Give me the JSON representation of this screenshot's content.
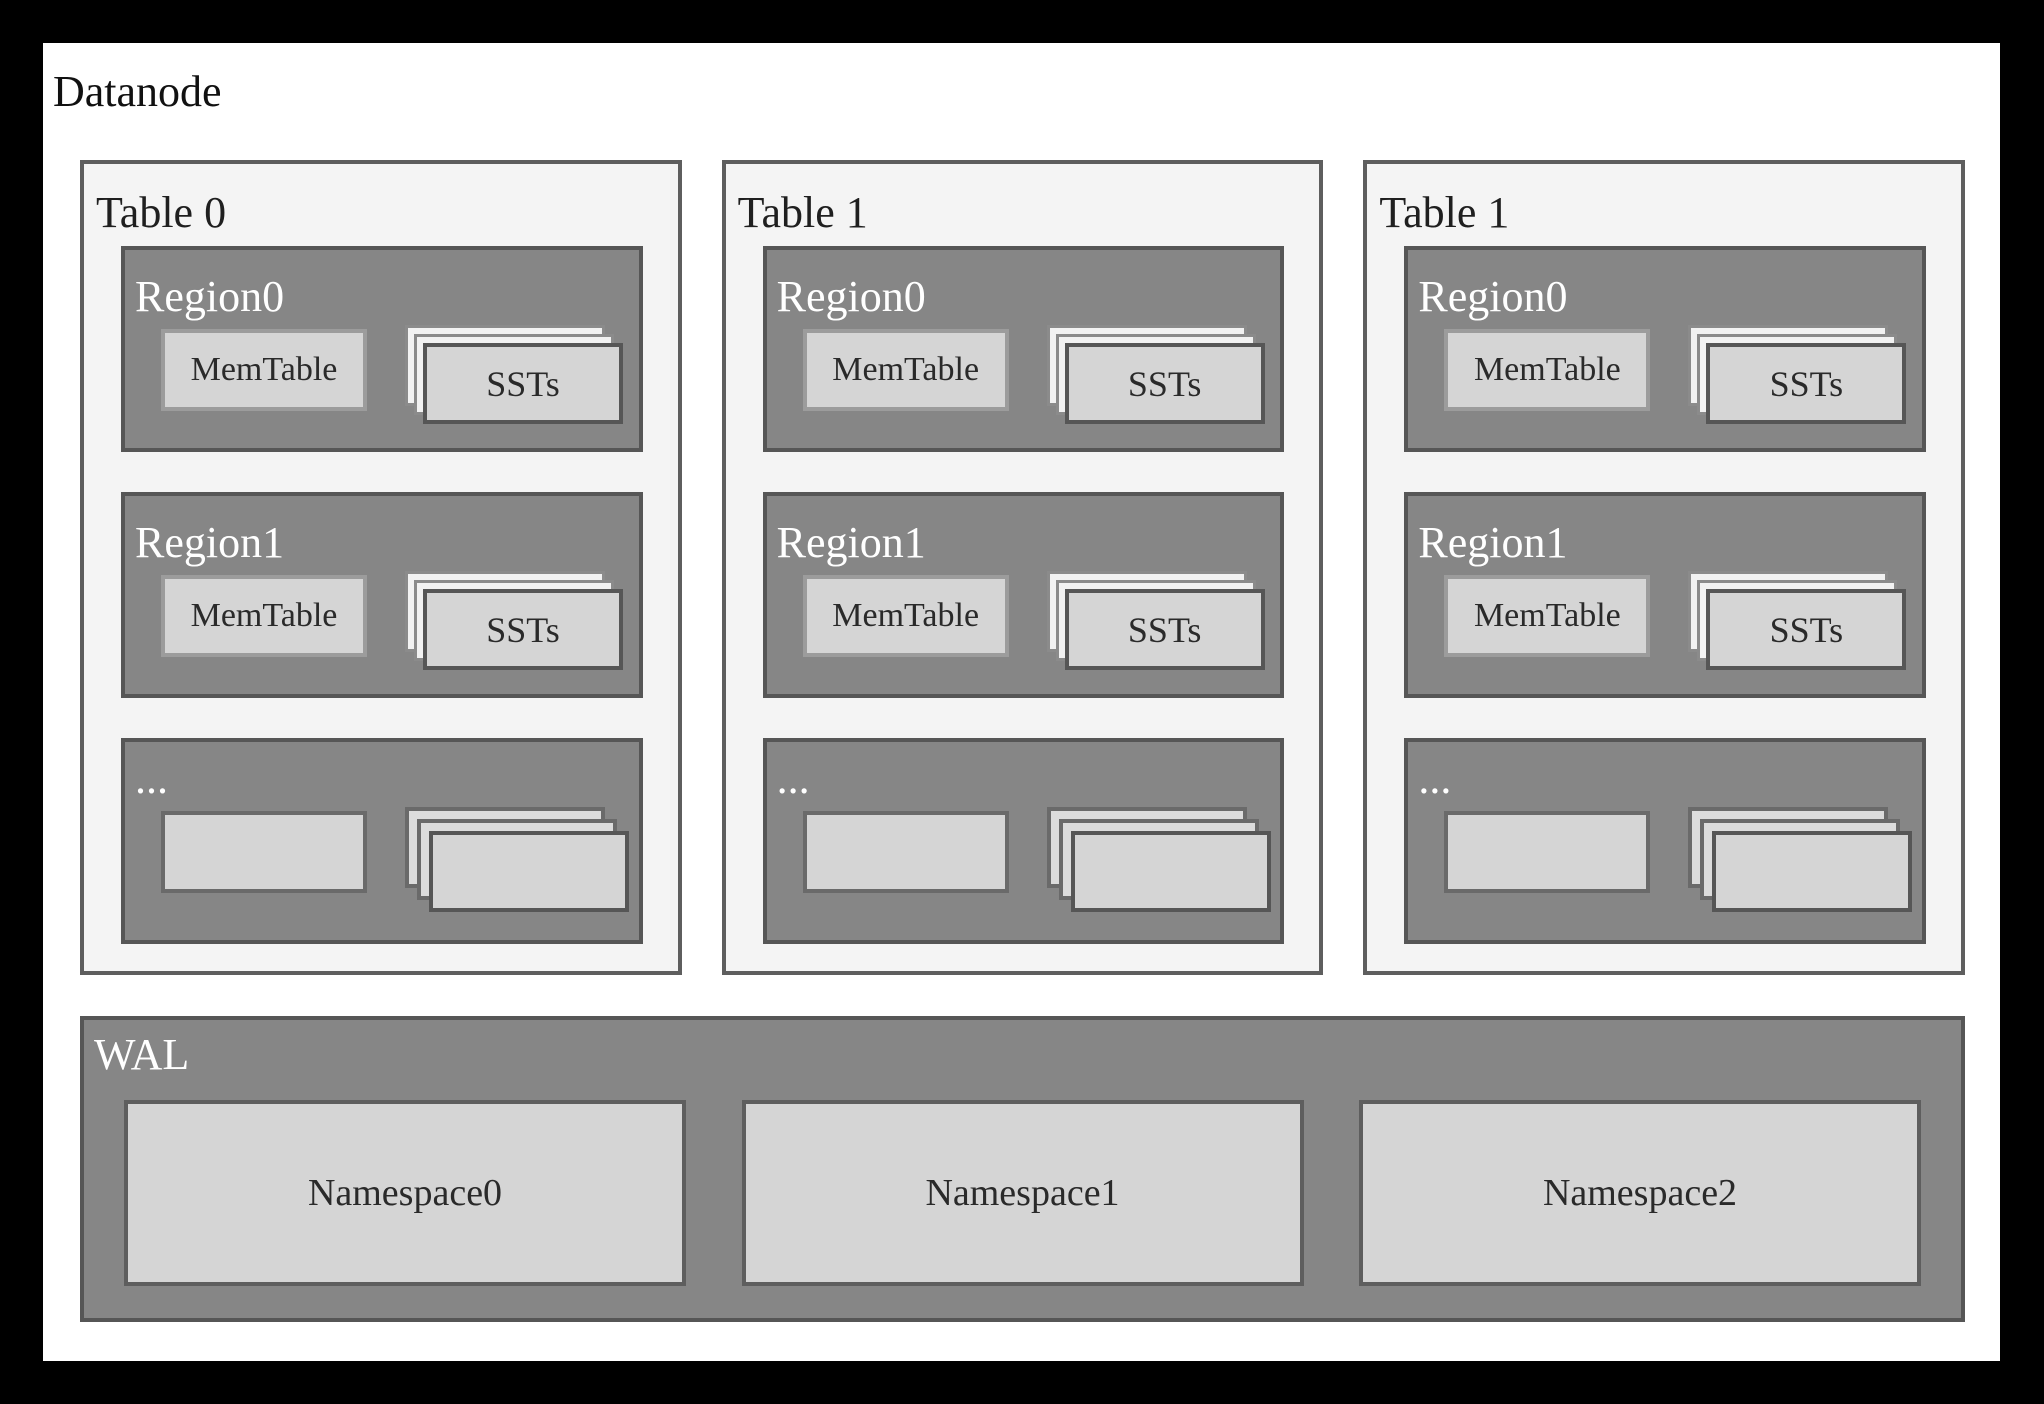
{
  "title": "Datanode",
  "colors": {
    "frame": "#000000",
    "panel": "#ffffff",
    "table_background": "#f4f4f4",
    "region_background": "#868686",
    "box_background": "#d5d5d5",
    "border_dark": "#565656",
    "border_light": "#9c9c9c",
    "label_on_dark": "#ffffff",
    "label_on_light": "#1f1f1f"
  },
  "tables": [
    {
      "label": "Table 0",
      "regions": [
        {
          "label": "Region0",
          "memtable": "MemTable",
          "ssts": "SSTs"
        },
        {
          "label": "Region1",
          "memtable": "MemTable",
          "ssts": "SSTs"
        },
        {
          "label": "...",
          "memtable": "",
          "ssts": ""
        }
      ]
    },
    {
      "label": "Table 1",
      "regions": [
        {
          "label": "Region0",
          "memtable": "MemTable",
          "ssts": "SSTs"
        },
        {
          "label": "Region1",
          "memtable": "MemTable",
          "ssts": "SSTs"
        },
        {
          "label": "...",
          "memtable": "",
          "ssts": ""
        }
      ]
    },
    {
      "label": "Table 1",
      "regions": [
        {
          "label": "Region0",
          "memtable": "MemTable",
          "ssts": "SSTs"
        },
        {
          "label": "Region1",
          "memtable": "MemTable",
          "ssts": "SSTs"
        },
        {
          "label": "...",
          "memtable": "",
          "ssts": ""
        }
      ]
    }
  ],
  "wal": {
    "label": "WAL",
    "namespaces": [
      "Namespace0",
      "Namespace1",
      "Namespace2"
    ]
  }
}
